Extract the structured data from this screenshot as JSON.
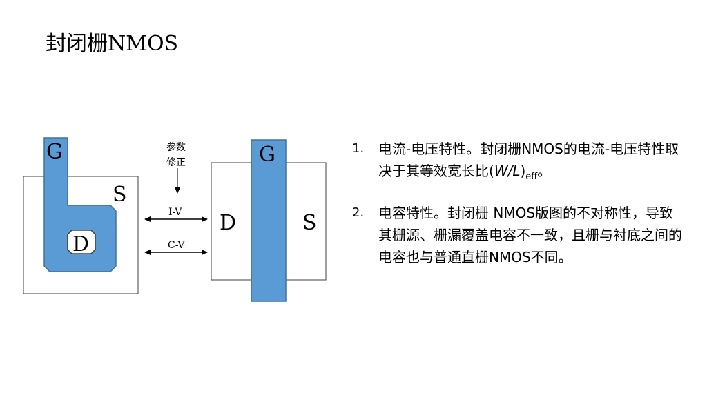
{
  "title": "封闭栅NMOS",
  "left_device": {
    "gate": "G",
    "source": "S",
    "drain": "D"
  },
  "middle": {
    "note_line1": "参数",
    "note_line2": "修正",
    "iv_label": "I-V",
    "cv_label": "C-V"
  },
  "right_device": {
    "gate": "G",
    "drain": "D",
    "source": "S"
  },
  "points": [
    {
      "num": "1.",
      "text_pre": "电流-电压特性。封闭栅NMOS的电流-电压特性取决于其等效宽长比(",
      "text_wl": "W/L",
      "text_close": ")",
      "text_sub": "eff",
      "text_end": "。"
    },
    {
      "num": "2.",
      "text": "电容特性。封闭栅 NMOS版图的不对称性，导致其栅源、栅漏覆盖电容不一致，且栅与衬底之间的电容也与普通直栅NMOS不同。"
    }
  ],
  "colors": {
    "gate_fill": "#5b9bd5",
    "gate_stroke": "#41719c",
    "outline": "#404040"
  }
}
